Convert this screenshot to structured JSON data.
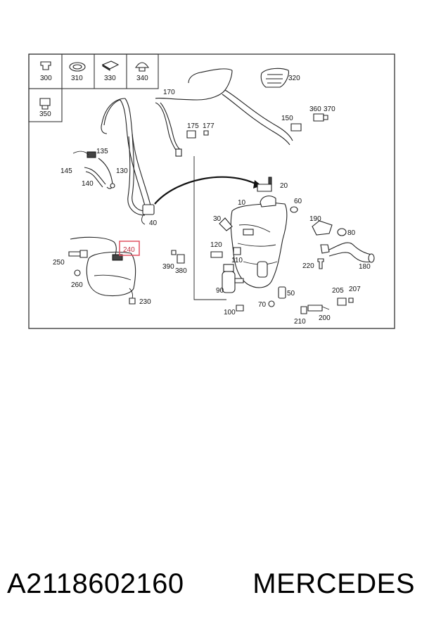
{
  "diagram": {
    "legend_parts": [
      "300",
      "310",
      "330",
      "340",
      "350"
    ],
    "callouts": {
      "c20": "20",
      "c30": "30",
      "c40": "40",
      "c50": "50",
      "c60": "60",
      "c70": "70",
      "c80": "80",
      "c90": "90",
      "c100": "100",
      "c110": "110",
      "c120": "120",
      "c130": "130",
      "c135": "135",
      "c140": "140",
      "c145": "145",
      "c150": "150",
      "c170": "170",
      "c175": "175",
      "c177": "177",
      "c180": "180",
      "c190": "190",
      "c200": "200",
      "c205": "205",
      "c207": "207",
      "c210": "210",
      "c220": "220",
      "c230": "230",
      "c250": "250",
      "c260": "260",
      "c320": "320",
      "c360": "360",
      "c370": "370",
      "c380": "380",
      "c390": "390",
      "c10": "10"
    },
    "highlight_label": "240",
    "highlight_color": "#e05060"
  },
  "caption": {
    "part_number": "A2118602160",
    "brand": "MERCEDES"
  }
}
